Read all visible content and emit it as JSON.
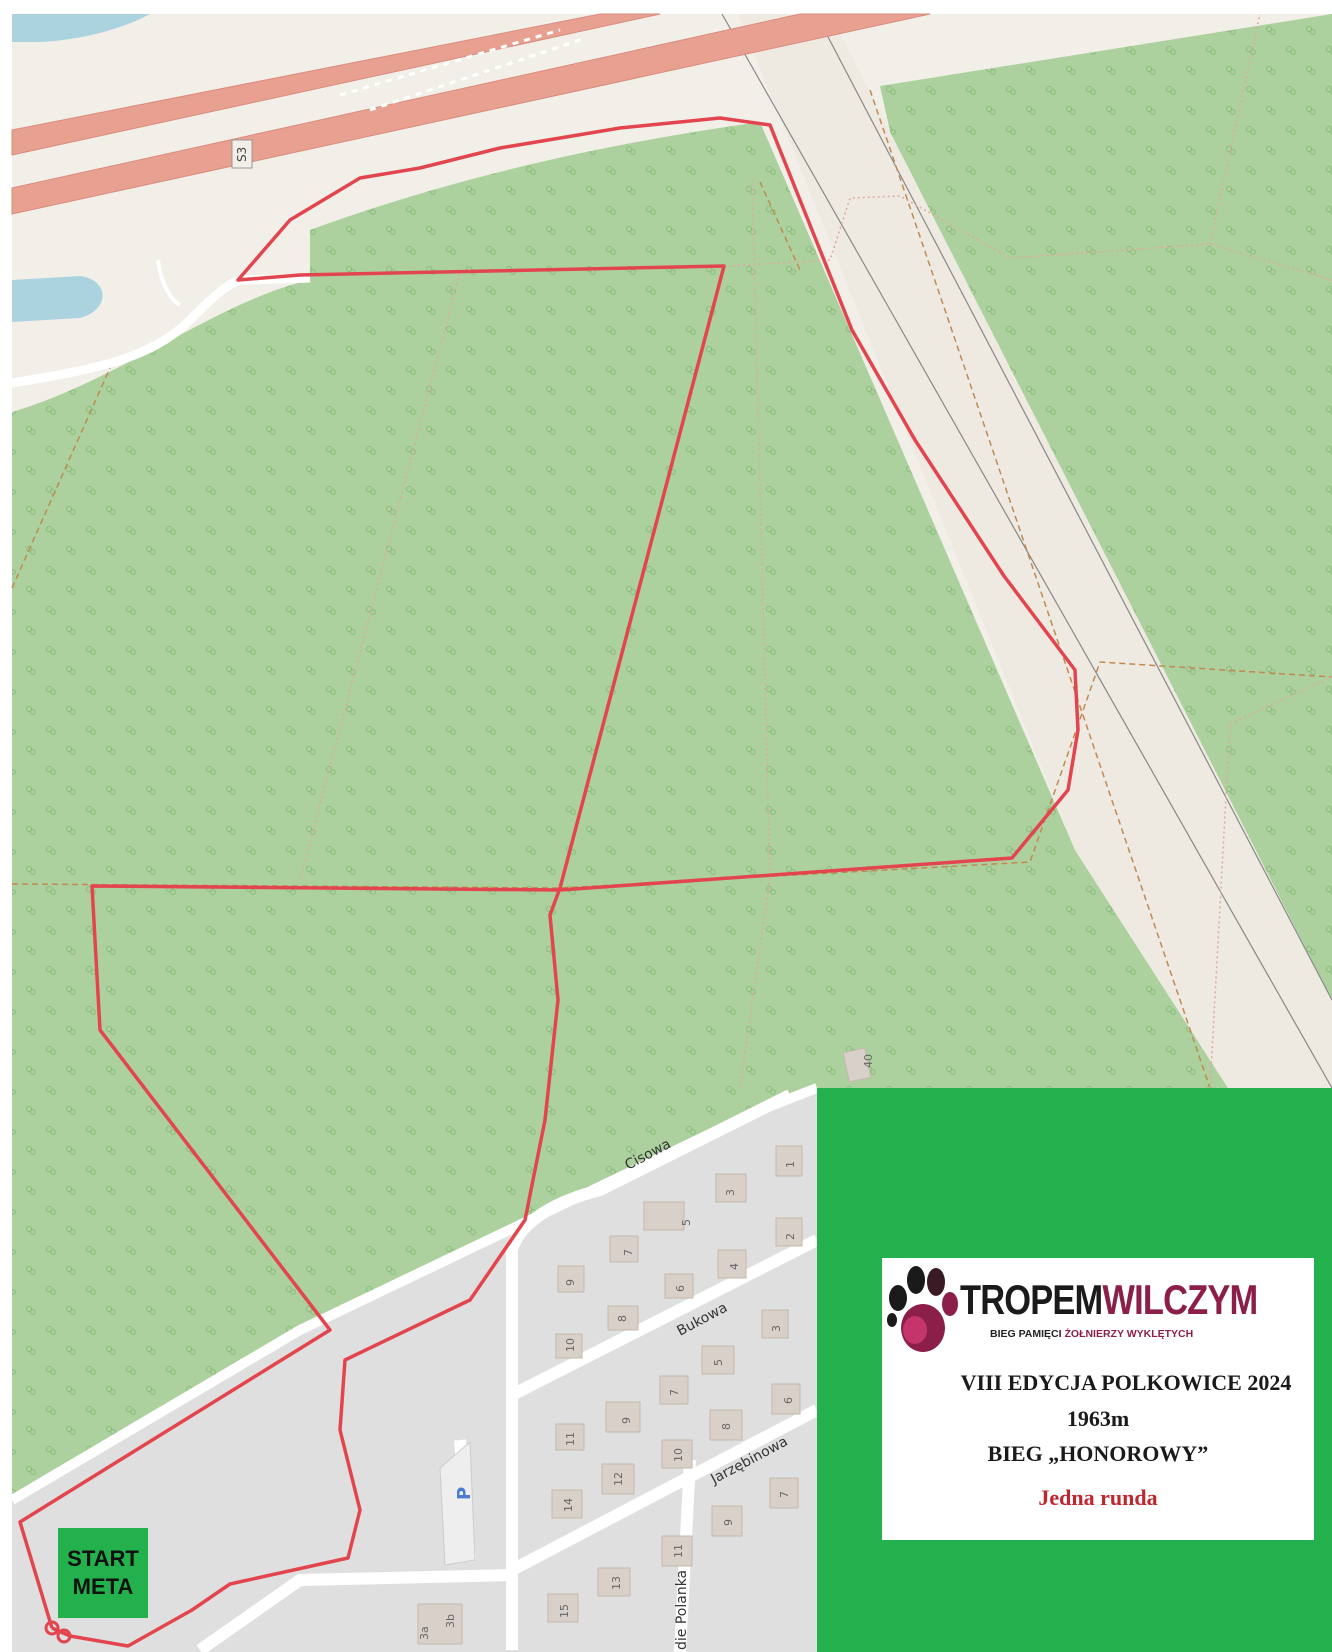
{
  "map": {
    "road_ref": "S3",
    "street_labels": {
      "cisowa": "Cisowa",
      "bukowa": "Bukowa",
      "jarzebinowa": "Jarzębinowa",
      "polanka": "die Polanka"
    },
    "parking_symbol": "P",
    "house_numbers": [
      "40",
      "1",
      "3",
      "5",
      "2",
      "7",
      "4",
      "9",
      "6",
      "8",
      "3",
      "5",
      "10",
      "7",
      "6",
      "9",
      "8",
      "11",
      "10",
      "12",
      "14",
      "7",
      "9",
      "11",
      "13",
      "15",
      "3a",
      "3b"
    ],
    "colors": {
      "forest": "#add19e",
      "residential": "#e0dfdf",
      "road_casing": "#e8e8e8",
      "motorway": "#e8a090",
      "water": "#aad3df",
      "route": "#e3454f",
      "path": "#c08a50"
    }
  },
  "start_meta": {
    "line1": "START",
    "line2": "META",
    "color": "#22b14c"
  },
  "info_panel": {
    "background": "#22b14c",
    "logo": {
      "brand_part1": "TROPEM",
      "brand_part2": "WILCZYM",
      "tagline_part1": "BIEG PAMIĘCI ",
      "tagline_part2": "ŻOŁNIERZY WYKLĘTYCH",
      "icon": "wolf-paw-icon"
    },
    "edition": "VIII  EDYCJA POLKOWICE 2024",
    "distance": "1963m",
    "race_name": "BIEG „HONOROWY”",
    "laps": "Jedna runda"
  }
}
